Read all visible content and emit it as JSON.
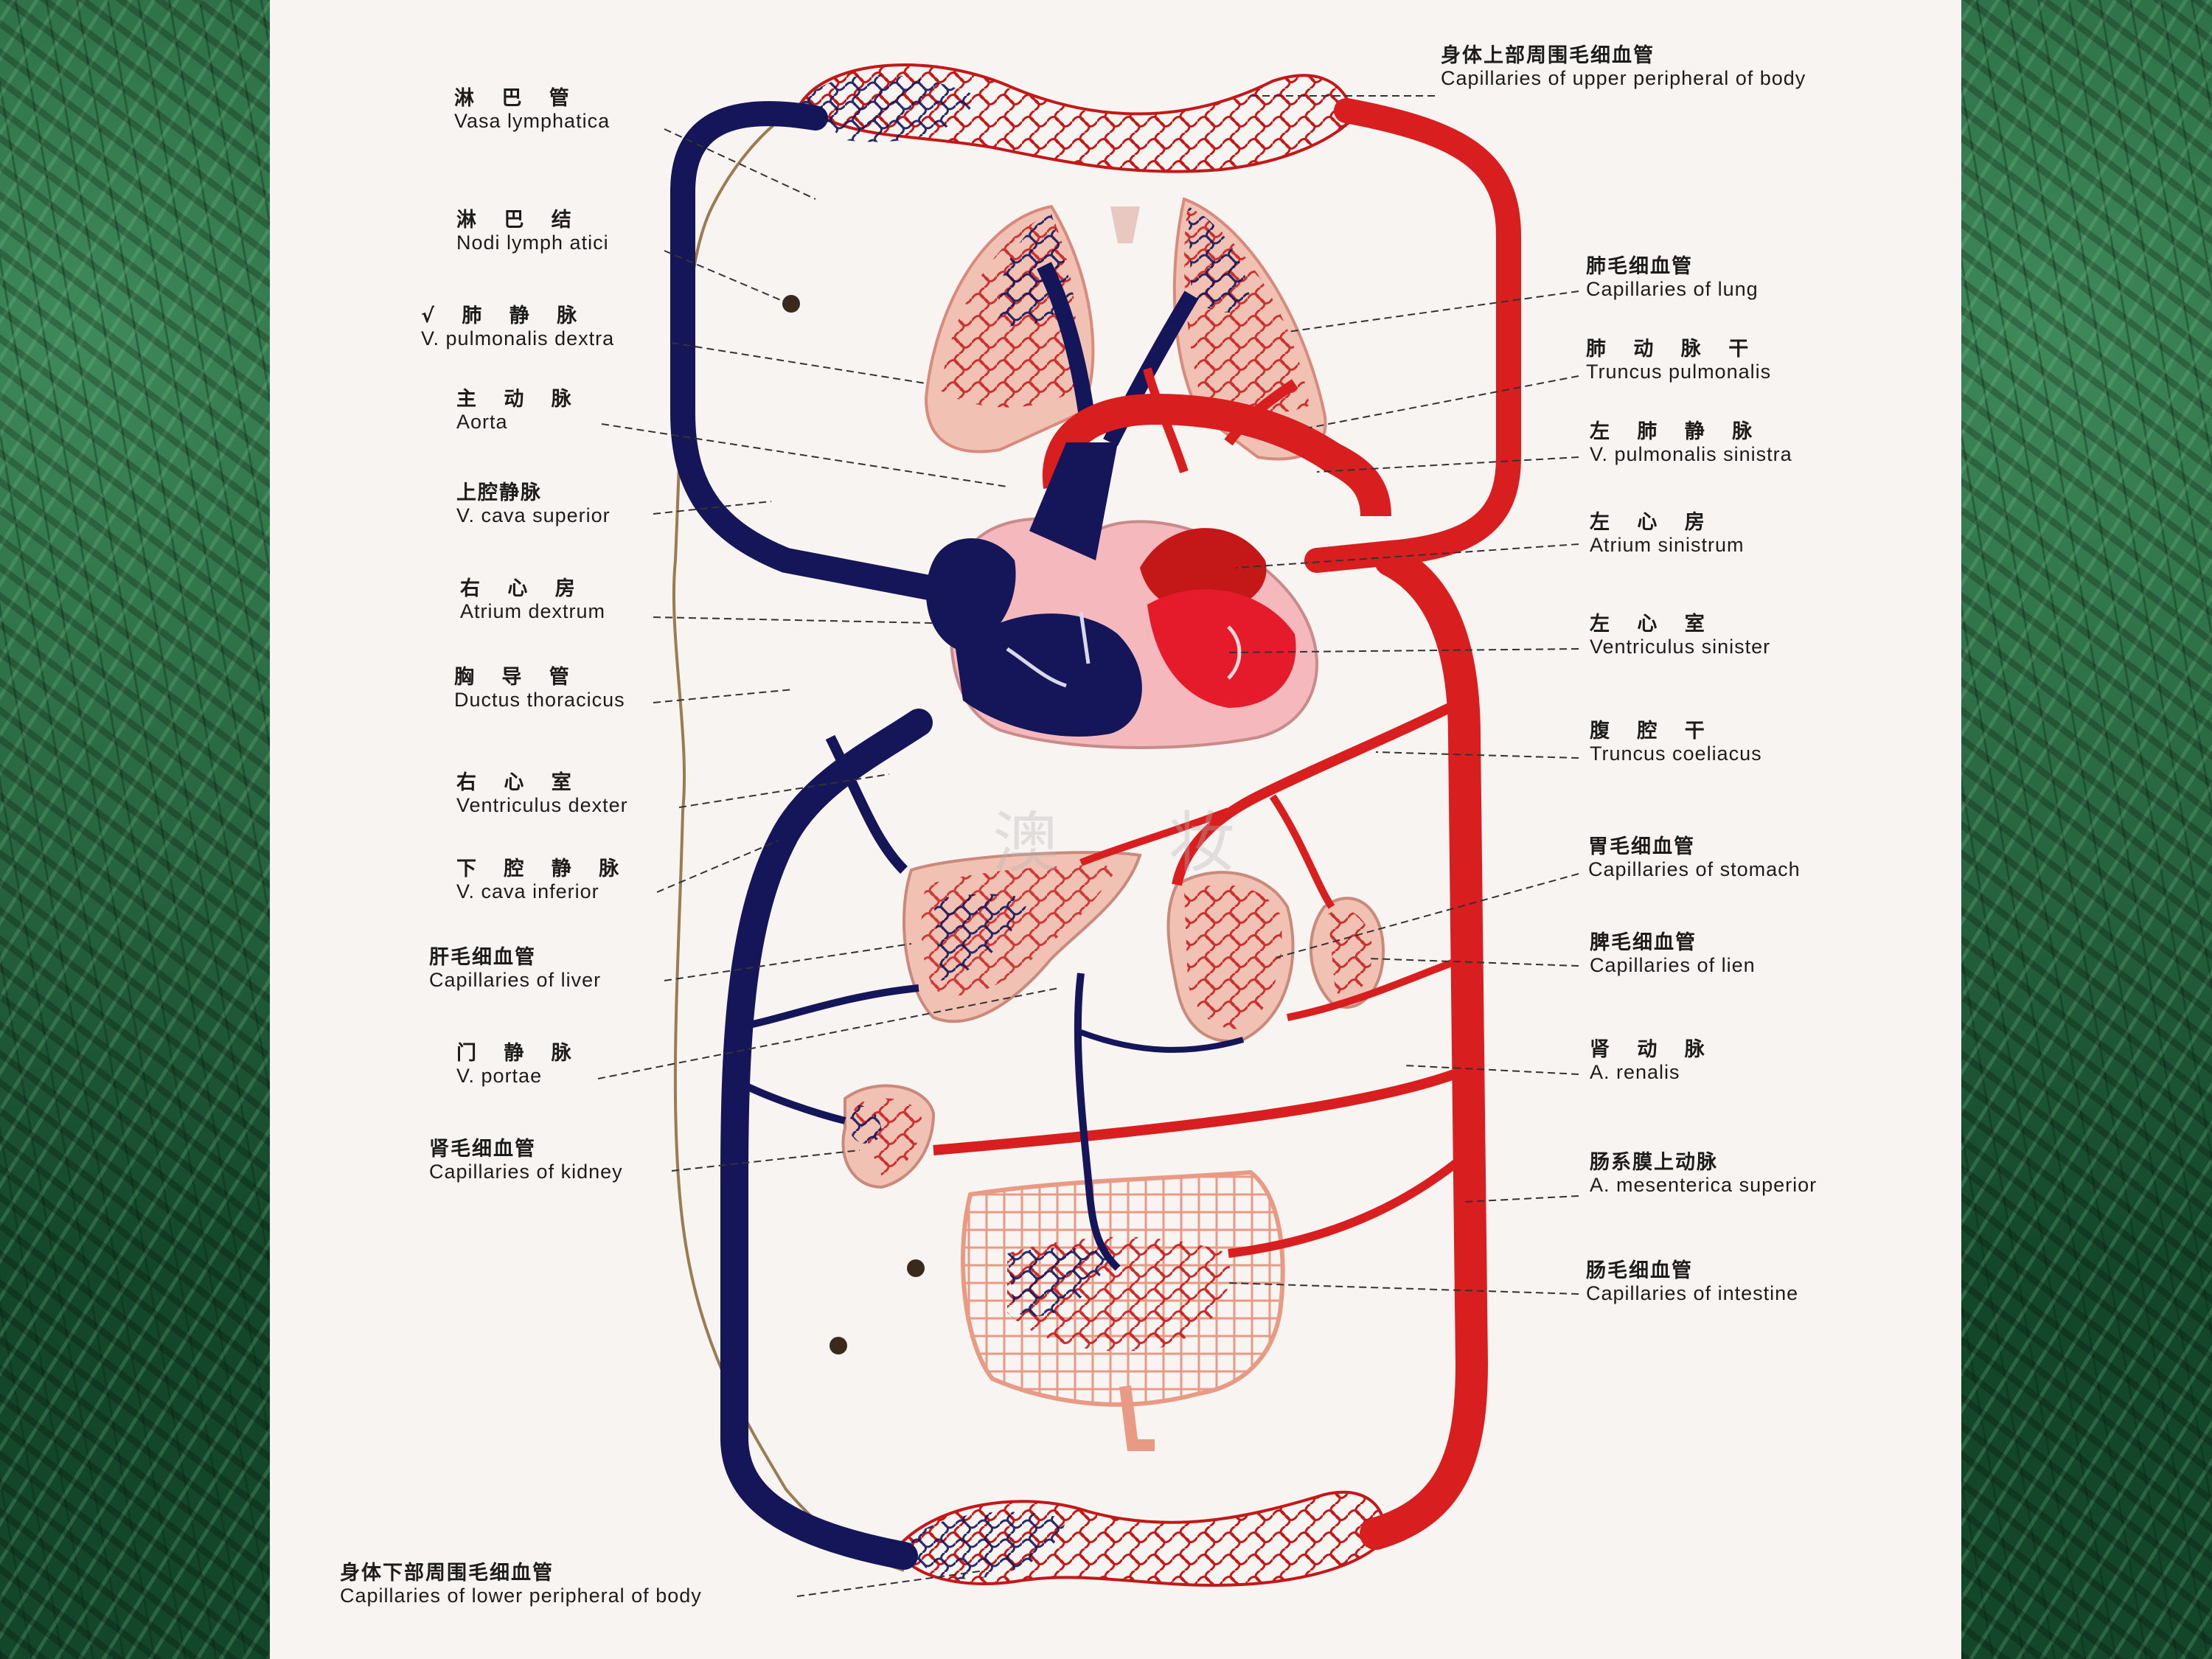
{
  "watermark": "澳 妆",
  "labels_left": [
    {
      "cn": "淋 巴 管",
      "en": "Vasa lymphatica"
    },
    {
      "cn": "淋 巴 结",
      "en": "Nodi lymph atici"
    },
    {
      "cn": "√ 肺 静 脉",
      "en": "V. pulmonalis dextra"
    },
    {
      "cn": "主 动 脉",
      "en": "Aorta"
    },
    {
      "cn": "上腔静脉",
      "en": "V. cava superior"
    },
    {
      "cn": "右 心 房",
      "en": "Atrium dextrum"
    },
    {
      "cn": "胸 导 管",
      "en": "Ductus thoracicus"
    },
    {
      "cn": "右 心 室",
      "en": "Ventriculus dexter"
    },
    {
      "cn": "下 腔 静 脉",
      "en": "V. cava inferior"
    },
    {
      "cn": "肝毛细血管",
      "en": "Capillaries of liver"
    },
    {
      "cn": "门 静 脉",
      "en": "V. portae"
    },
    {
      "cn": "肾毛细血管",
      "en": "Capillaries of kidney"
    },
    {
      "cn": "身体下部周围毛细血管",
      "en": "Capillaries of lower peripheral of body"
    }
  ],
  "labels_right": [
    {
      "cn": "身体上部周围毛细血管",
      "en": "Capillaries of upper peripheral of body"
    },
    {
      "cn": "肺毛细血管",
      "en": "Capillaries of lung"
    },
    {
      "cn": "肺 动 脉 干",
      "en": "Truncus pulmonalis"
    },
    {
      "cn": "左 肺 静 脉",
      "en": "V. pulmonalis sinistra"
    },
    {
      "cn": "左 心 房",
      "en": "Atrium sinistrum"
    },
    {
      "cn": "左 心 室",
      "en": "Ventriculus sinister"
    },
    {
      "cn": "腹 腔 干",
      "en": "Truncus coeliacus"
    },
    {
      "cn": "胃毛细血管",
      "en": "Capillaries of stomach"
    },
    {
      "cn": "脾毛细血管",
      "en": "Capillaries of lien"
    },
    {
      "cn": "肾 动 脉",
      "en": "A. renalis"
    },
    {
      "cn": "肠系膜上动脉",
      "en": "A. mesenterica superior"
    },
    {
      "cn": "肠毛细血管",
      "en": "Capillaries of intestine"
    }
  ],
  "colors": {
    "artery": "#d81e1e",
    "vein": "#15155a",
    "lymph": "#9a7b52",
    "organ": "#f1c2b4",
    "background": "#f8f4f1"
  }
}
